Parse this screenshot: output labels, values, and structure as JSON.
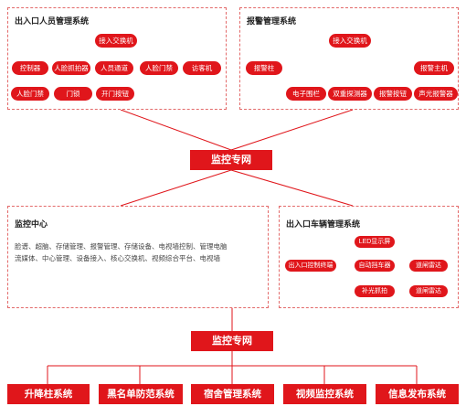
{
  "personnel": {
    "title": "出入口人员管理系统",
    "switch": "接入交换机",
    "controller": "控制器",
    "face_capture": "人脸抓拍器",
    "people_channel": "人员通道",
    "face_gate": "人脸门禁",
    "visitor_machine": "访客机",
    "face_access": "人脸门禁",
    "door_lock": "门锁",
    "door_button": "开门按钮"
  },
  "alarm": {
    "title": "报警管理系统",
    "switch": "接入交换机",
    "alarm_column": "报警柱",
    "alarm_host": "报警主机",
    "electronic_fence": "电子围栏",
    "dual_detector": "双重探测器",
    "alarm_button": "报警按钮",
    "sound_light_alarm": "声光报警器"
  },
  "network_top": "监控专网",
  "monitoring_center": {
    "title": "监控中心",
    "line1": "脸谱、超脑、存储管理、报警管理、存储设备、电视墙控制、管理电脑",
    "line2": "流媒体、中心管理、设备接入、核心交换机、视频综合平台、电视墙"
  },
  "vehicle": {
    "title": "出入口车辆管理系统",
    "terminal": "出入口控制终端",
    "led": "LED显示屏",
    "barrier": "自动挡车器",
    "fill_light": "补光抓拍",
    "radar1": "道闸雷达",
    "radar2": "道闸雷达"
  },
  "network_bottom": "监控专网",
  "subsystems": [
    "升降柱系统",
    "黑名单防范系统",
    "宿舍管理系统",
    "视频监控系统",
    "信息发布系统"
  ]
}
